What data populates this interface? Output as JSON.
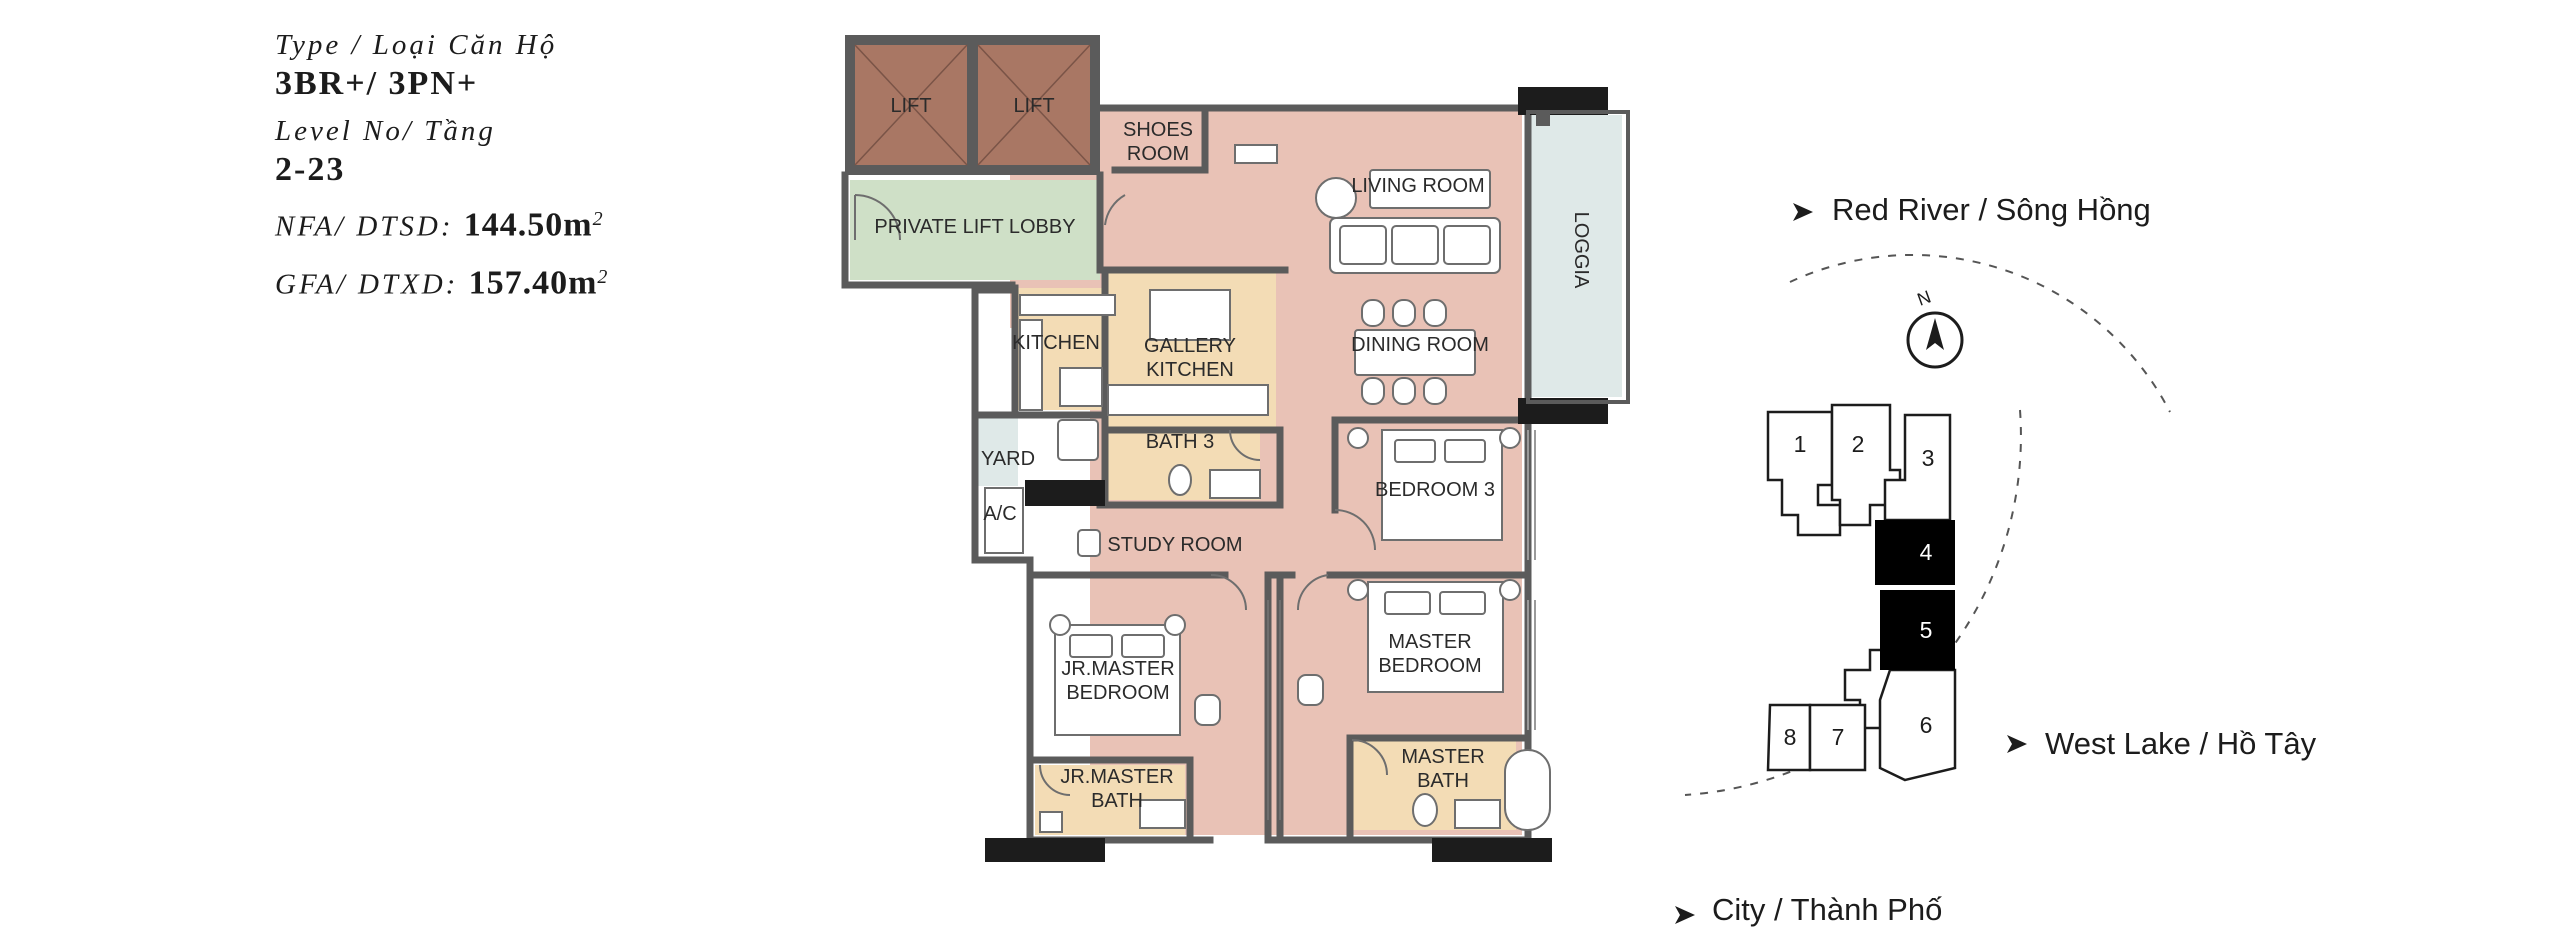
{
  "unit_info": {
    "type_label": "Type / Loại Căn Hộ",
    "type_value": "3BR+/ 3PN+",
    "level_label": "Level No/ Tầng",
    "level_value": "2-23",
    "nfa_label": "NFA/ DTSD:",
    "nfa_value": "144.50m",
    "gfa_label": "GFA/ DTXD:",
    "gfa_value": "157.40m",
    "area_unit_sup": "2"
  },
  "rooms": {
    "lift_1": "LIFT",
    "lift_2": "LIFT",
    "shoes_room_1": "SHOES",
    "shoes_room_2": "ROOM",
    "private_lift_lobby": "PRIVATE LIFT LOBBY",
    "living_room": "LIVING ROOM",
    "loggia": "LOGGIA",
    "kitchen": "KITCHEN",
    "gallery_kitchen_1": "GALLERY",
    "gallery_kitchen_2": "KITCHEN",
    "dining_room": "DINING ROOM",
    "yard": "YARD",
    "bath_3": "BATH 3",
    "bedroom_3": "BEDROOM 3",
    "ac": "A/C",
    "study_room": "STUDY ROOM",
    "master_bedroom_1": "MASTER",
    "master_bedroom_2": "BEDROOM",
    "jr_master_bedroom_1": "JR.MASTER",
    "jr_master_bedroom_2": "BEDROOM",
    "jr_master_bath_1": "JR.MASTER",
    "jr_master_bath_2": "BATH",
    "master_bath_1": "MASTER",
    "master_bath_2": "BATH"
  },
  "key_plan": {
    "north": "N",
    "blocks": [
      "1",
      "2",
      "3",
      "4",
      "5",
      "6",
      "7",
      "8"
    ],
    "highlighted_blocks": [
      "4",
      "5"
    ]
  },
  "directions": {
    "red_river_en": "Red River",
    "red_river_vi": " / Sông Hồng",
    "west_lake_en": "West Lake",
    "west_lake_vi": " / Hồ Tây",
    "city_en": "City",
    "city_vi": " / Thành Phố"
  },
  "colors": {
    "wall": "#5b5b5b",
    "room_fill": "#e9c2b6",
    "lobby_fill": "#cfe0c7",
    "kitchen_fill": "#f3dcb5",
    "loggia_fill": "#dfe9e8",
    "lift_fill": "#a97764",
    "highlight_block": "#000000"
  }
}
